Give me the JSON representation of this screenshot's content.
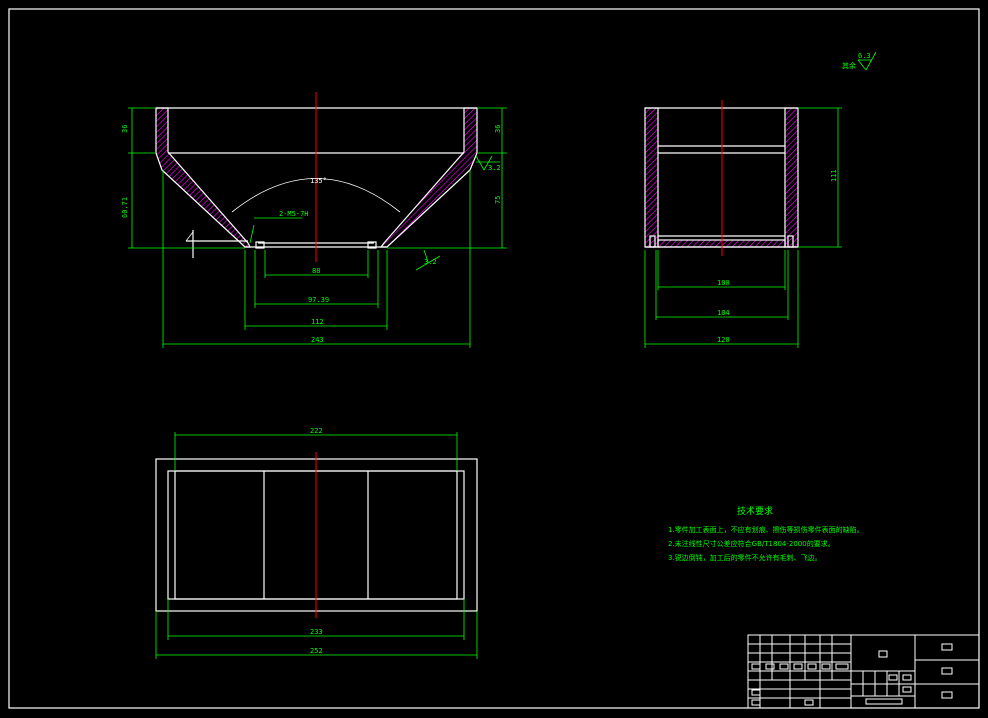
{
  "colors": {
    "background": "#000000",
    "outline": "#ffffff",
    "dimension": "#00ff00",
    "centerline": "#ff0000",
    "hatch": "#ff00ff"
  },
  "front_view": {
    "dims": {
      "height_top_left": "36",
      "height_bottom_left": "60.71",
      "height_top_right": "36",
      "height_bottom_right": "75",
      "w_inner": "88",
      "w_mid": "97.39",
      "w_bolt": "112",
      "w_total": "243"
    },
    "angle_label": "135°",
    "thread_label": "2-M5-7H",
    "roughness_right": "3.2",
    "roughness_bottom": "3.2"
  },
  "side_view": {
    "dims": {
      "height": "111",
      "w1": "100",
      "w2": "104",
      "w3": "120"
    }
  },
  "top_view": {
    "dims": {
      "top": "222",
      "inner": "233",
      "outer": "252"
    }
  },
  "roughness_default": {
    "value": "6.3",
    "label": "其余"
  },
  "tech_requirements": {
    "title": "技术要求",
    "lines": [
      "1.零件加工表面上，不应有划痕、擦伤等损伤零件表面的缺陷。",
      "2.未注线性尺寸公差应符合GB/T1804-2000的要求。",
      "3.锐边倒钝，加工后的零件不允许有毛刺、飞边。"
    ]
  }
}
